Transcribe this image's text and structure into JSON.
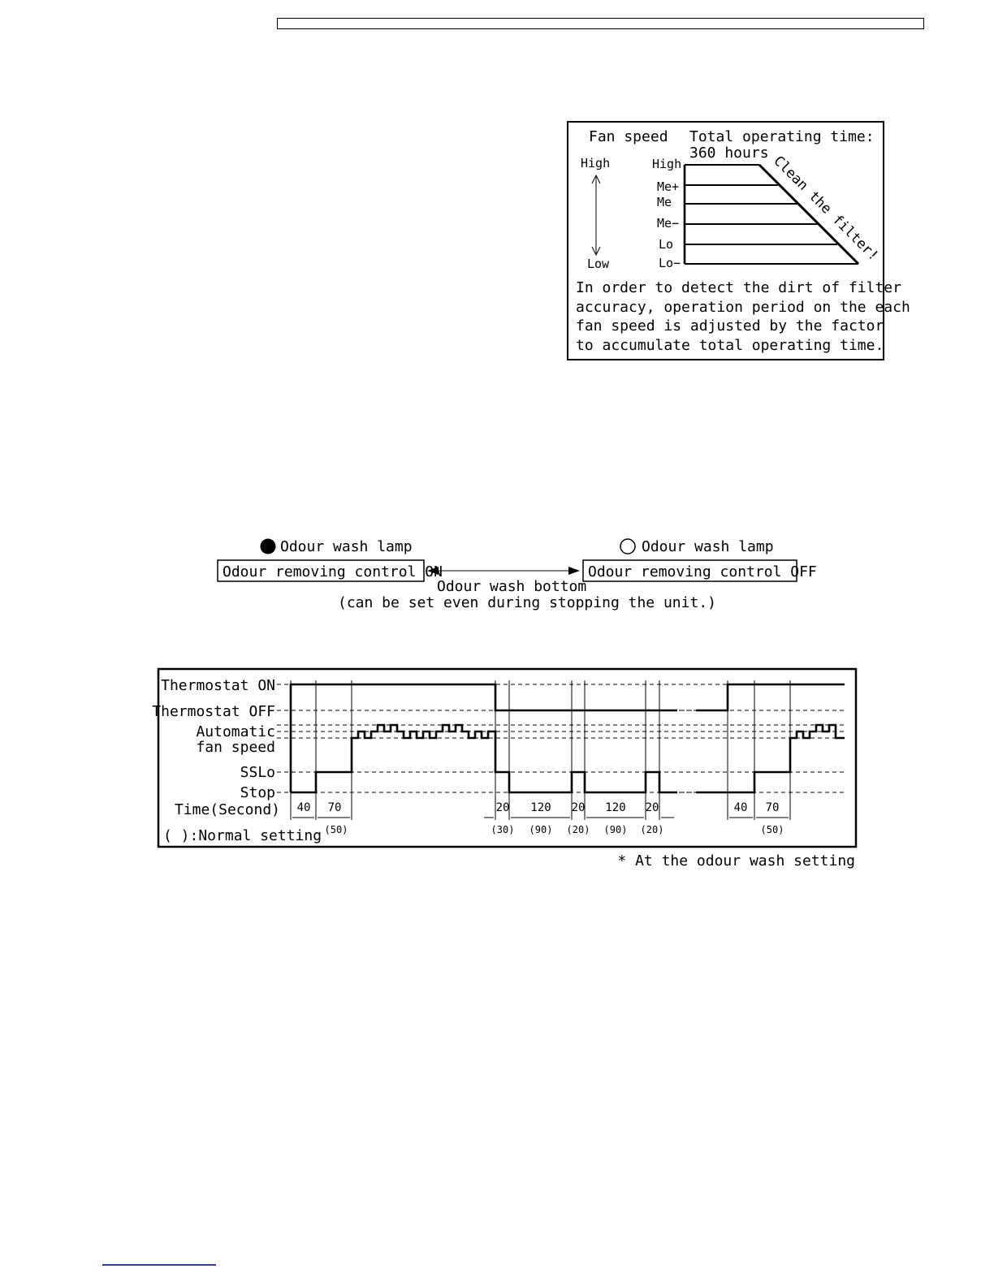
{
  "filter_diagram": {
    "fan_speed_label": "Fan speed",
    "total_time_label": "Total operating time:",
    "total_time_value": "360 hours",
    "high_label": "High",
    "low_label": "Low",
    "levels": [
      "High",
      "Me+",
      "Me",
      "Me−",
      "Lo",
      "Lo−"
    ],
    "clean_label": "Clean the filter!",
    "note_lines": [
      "In order to detect the dirt of filter",
      "accuracy, operation period on the each",
      "fan speed is adjusted by the factor",
      "to accumulate total operating time."
    ]
  },
  "odour_control": {
    "on_lamp": "Odour wash lamp",
    "off_lamp": "Odour wash lamp",
    "on_box": "Odour removing control ON",
    "off_box": "Odour removing control OFF",
    "button_label": "Odour wash bottom",
    "button_note": "(can be set even during stopping the unit.)"
  },
  "timing_chart": {
    "row_labels": {
      "thermostat_on": "Thermostat ON",
      "thermostat_off": "Thermostat OFF",
      "auto_fan_1": "Automatic",
      "auto_fan_2": "fan speed",
      "sslo": "SSLo",
      "stop": "Stop",
      "time": "Time(Second)"
    },
    "normal_setting": "( ):Normal setting",
    "durations": [
      "40",
      "70",
      "20",
      "120",
      "20",
      "120",
      "20",
      "40",
      "70"
    ],
    "normal_durations": [
      "(50)",
      "(30)",
      "(90)",
      "(20)",
      "(90)",
      "(20)",
      "(50)"
    ],
    "footnote": "* At the odour wash setting"
  }
}
